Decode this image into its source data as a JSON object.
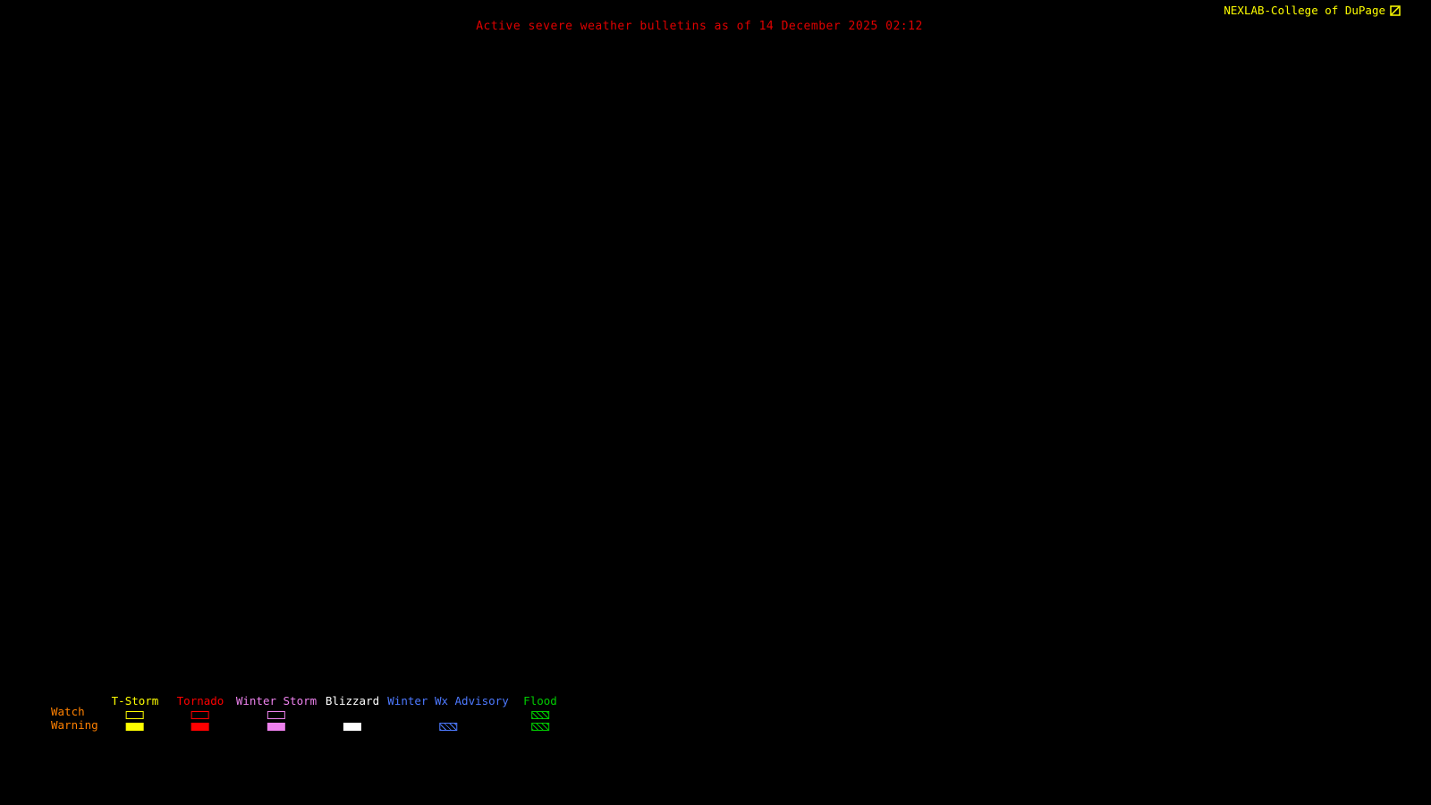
{
  "branding": {
    "text": "NEXLAB-College of DuPage",
    "color": "#ffff00"
  },
  "header": {
    "title": "Active severe weather bulletins as of 14 December 2025 02:12",
    "color": "#e00000"
  },
  "map": {
    "background": "#000000",
    "active_bulletins_shown": "none visible"
  },
  "legend": {
    "row_labels": {
      "watch": "Watch",
      "warning": "Warning"
    },
    "labels_color": "#ff8000",
    "columns": [
      {
        "label": "T-Storm",
        "color": "#ffff00",
        "watch": "outline",
        "warning": "filled"
      },
      {
        "label": "Tornado",
        "color": "#ff0000",
        "watch": "outline",
        "warning": "filled"
      },
      {
        "label": "Winter Storm",
        "color": "#ee82ee",
        "watch": "outline",
        "warning": "filled"
      },
      {
        "label": "Blizzard",
        "color": "#ffffff",
        "watch": "none",
        "warning": "filled"
      },
      {
        "label": "Winter Wx Advisory",
        "color": "#4d79ff",
        "watch": "none",
        "warning": "hatched"
      },
      {
        "label": "Flood",
        "color": "#00cc00",
        "watch": "hatched",
        "warning": "hatched"
      }
    ]
  }
}
